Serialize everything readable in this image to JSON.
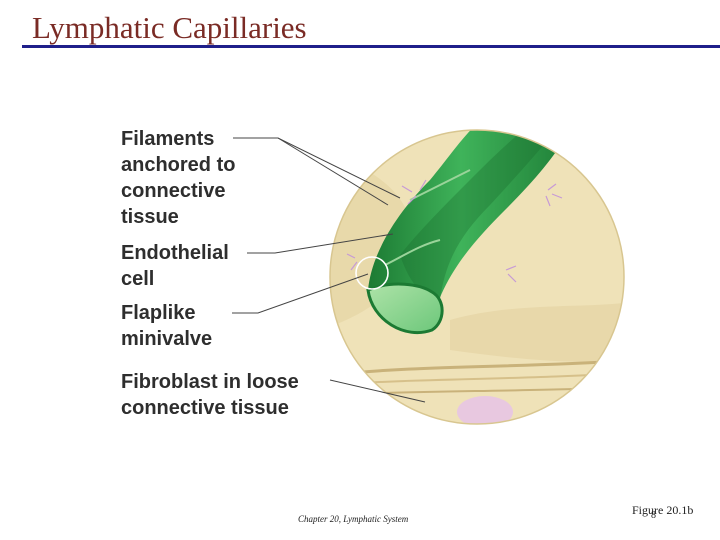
{
  "slide": {
    "title": "Lymphatic Capillaries",
    "footer_center": "Chapter 20, Lymphatic System",
    "footer_right": "Figure 20.1b",
    "page_number": "8"
  },
  "diagram": {
    "labels": [
      "Filaments\nanchored to\nconnective\ntissue",
      "Endothelial\ncell",
      "Flaplike\nminivalve",
      "Fibroblast in loose\nconnective tissue"
    ]
  },
  "colors": {
    "title": "#7a2b25",
    "rule": "#1f1f8a",
    "tissue": "#efe2b8",
    "vessel": "#2f9a47",
    "fibroblast": "#e8c8e0"
  }
}
